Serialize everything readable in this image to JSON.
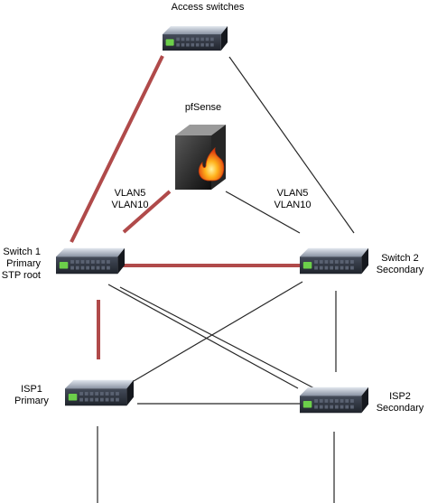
{
  "nodes": {
    "access": {
      "label": "Access switches",
      "icon": "network-switch-icon"
    },
    "pfsense": {
      "label": "pfSense",
      "icon": "firewall-icon"
    },
    "switch1": {
      "line1": "Switch 1",
      "line2": "Primary",
      "line3": "STP root",
      "icon": "network-switch-icon"
    },
    "switch2": {
      "line1": "Switch 2",
      "line2": "Secondary",
      "icon": "network-switch-icon"
    },
    "isp1": {
      "line1": "ISP1",
      "line2": "Primary",
      "icon": "network-switch-icon"
    },
    "isp2": {
      "line1": "ISP2",
      "line2": "Secondary",
      "icon": "network-switch-icon"
    }
  },
  "vlan_labels": {
    "left": {
      "line1": "VLAN5",
      "line2": "VLAN10"
    },
    "right": {
      "line1": "VLAN5",
      "line2": "VLAN10"
    }
  },
  "colors": {
    "primary_link": "#b04a4a",
    "secondary_link": "#262626",
    "switch_body": "#3c4250",
    "port_green": "#6ccf4a",
    "firewall_flame": "#f07a1c"
  }
}
